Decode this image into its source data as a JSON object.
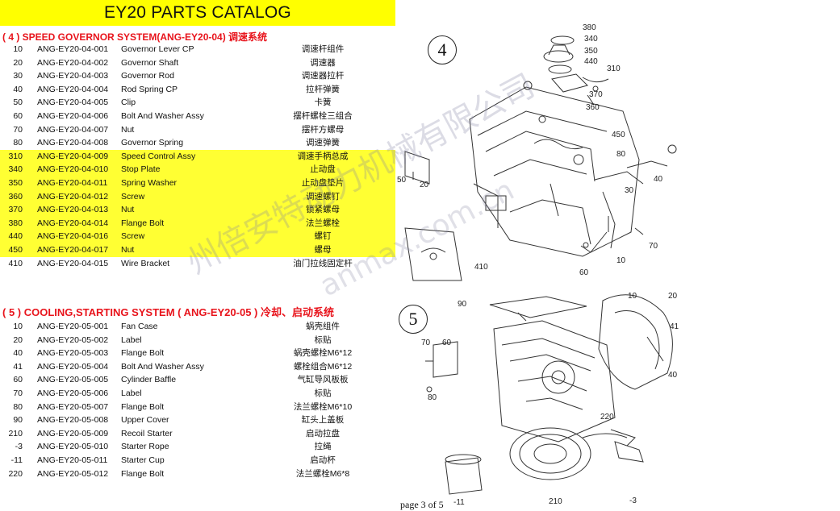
{
  "title": "EY20 PARTS CATALOG",
  "section4": {
    "heading": "( 4 ) SPEED GOVERNOR SYSTEM(ANG-EY20-04) 调速系统",
    "rows": [
      {
        "no": "10",
        "code": "ANG-EY20-04-001",
        "name": "Governor Lever CP",
        "cn": "调速杆组件",
        "hl": false
      },
      {
        "no": "20",
        "code": "ANG-EY20-04-002",
        "name": "Governor Shaft",
        "cn": "调速器",
        "hl": false
      },
      {
        "no": "30",
        "code": "ANG-EY20-04-003",
        "name": "Governor Rod",
        "cn": "调速器拉杆",
        "hl": false
      },
      {
        "no": "40",
        "code": "ANG-EY20-04-004",
        "name": "Rod Spring CP",
        "cn": "拉杆弹簧",
        "hl": false
      },
      {
        "no": "50",
        "code": "ANG-EY20-04-005",
        "name": "Clip",
        "cn": "卡簧",
        "hl": false
      },
      {
        "no": "60",
        "code": "ANG-EY20-04-006",
        "name": "Bolt And Washer Assy",
        "cn": "摆杆螺栓三组合",
        "hl": false
      },
      {
        "no": "70",
        "code": "ANG-EY20-04-007",
        "name": "Nut",
        "cn": "摆杆方螺母",
        "hl": false
      },
      {
        "no": "80",
        "code": "ANG-EY20-04-008",
        "name": "Governor Spring",
        "cn": "调速弹簧",
        "hl": false
      },
      {
        "no": "310",
        "code": "ANG-EY20-04-009",
        "name": "Speed Control Assy",
        "cn": "调速手柄总成",
        "hl": true
      },
      {
        "no": "340",
        "code": "ANG-EY20-04-010",
        "name": "Stop Plate",
        "cn": "止动盘",
        "hl": true
      },
      {
        "no": "350",
        "code": "ANG-EY20-04-011",
        "name": "Spring Washer",
        "cn": "止动盘垫片",
        "hl": true
      },
      {
        "no": "360",
        "code": "ANG-EY20-04-012",
        "name": "Screw",
        "cn": "调速螺钉",
        "hl": true
      },
      {
        "no": "370",
        "code": "ANG-EY20-04-013",
        "name": "Nut",
        "cn": "锁紧螺母",
        "hl": true
      },
      {
        "no": "380",
        "code": "ANG-EY20-04-014",
        "name": "Flange Bolt",
        "cn": "法兰螺栓",
        "hl": true
      },
      {
        "no": "440",
        "code": "ANG-EY20-04-016",
        "name": "Screw",
        "cn": "螺钉",
        "hl": true
      },
      {
        "no": "450",
        "code": "ANG-EY20-04-017",
        "name": "Nut",
        "cn": "螺母",
        "hl": true
      },
      {
        "no": "410",
        "code": "ANG-EY20-04-015",
        "name": "Wire Bracket",
        "cn": "油门拉线固定杆",
        "hl": false
      }
    ]
  },
  "section5": {
    "heading": "( 5 ) COOLING,STARTING SYSTEM ( ANG-EY20-05 ) 冷却、启动系统",
    "rows": [
      {
        "no": "10",
        "code": "ANG-EY20-05-001",
        "name": "Fan Case",
        "cn": "蜗壳组件",
        "hl": false
      },
      {
        "no": "20",
        "code": "ANG-EY20-05-002",
        "name": "Label",
        "cn": "标贴",
        "hl": false
      },
      {
        "no": "40",
        "code": "ANG-EY20-05-003",
        "name": "Flange Bolt",
        "cn": "蜗壳螺栓M6*12",
        "hl": false
      },
      {
        "no": "41",
        "code": "ANG-EY20-05-004",
        "name": "Bolt And Washer Assy",
        "cn": "螺栓组合M6*12",
        "hl": false
      },
      {
        "no": "60",
        "code": "ANG-EY20-05-005",
        "name": "Cylinder Baffle",
        "cn": "气缸导风板板",
        "hl": false
      },
      {
        "no": "70",
        "code": "ANG-EY20-05-006",
        "name": "Label",
        "cn": "标贴",
        "hl": false
      },
      {
        "no": "80",
        "code": "ANG-EY20-05-007",
        "name": "Flange Bolt",
        "cn": "法兰螺栓M6*10",
        "hl": false
      },
      {
        "no": "90",
        "code": "ANG-EY20-05-008",
        "name": "Upper Cover",
        "cn": "缸头上盖板",
        "hl": false
      },
      {
        "no": "210",
        "code": "ANG-EY20-05-009",
        "name": "Recoil Starter",
        "cn": "启动拉盘",
        "hl": false
      },
      {
        "no": "-3",
        "code": "ANG-EY20-05-010",
        "name": "Starter Rope",
        "cn": "拉绳",
        "hl": false
      },
      {
        "no": "-11",
        "code": "ANG-EY20-05-011",
        "name": "Starter Cup",
        "cn": "启动杯",
        "hl": false
      },
      {
        "no": "220",
        "code": "ANG-EY20-05-012",
        "name": "Flange Bolt",
        "cn": "法兰螺栓M6*8",
        "hl": false
      }
    ]
  },
  "diagram4": {
    "badge": "4",
    "callouts": [
      "380",
      "340",
      "350",
      "440",
      "310",
      "370",
      "360",
      "450",
      "80",
      "40",
      "30",
      "50",
      "20",
      "410",
      "60",
      "10",
      "70"
    ]
  },
  "diagram5": {
    "badge": "5",
    "callouts": [
      "90",
      "10",
      "20",
      "41",
      "40",
      "70",
      "60",
      "80",
      "220",
      "210",
      "-11",
      "-3"
    ]
  },
  "page": "page 3 of 5",
  "watermark": "州倍安特动力机械有限公司",
  "watermark_url": "anmax.com.cn",
  "colors": {
    "highlight": "#ffff00",
    "heading": "#e8141c"
  }
}
